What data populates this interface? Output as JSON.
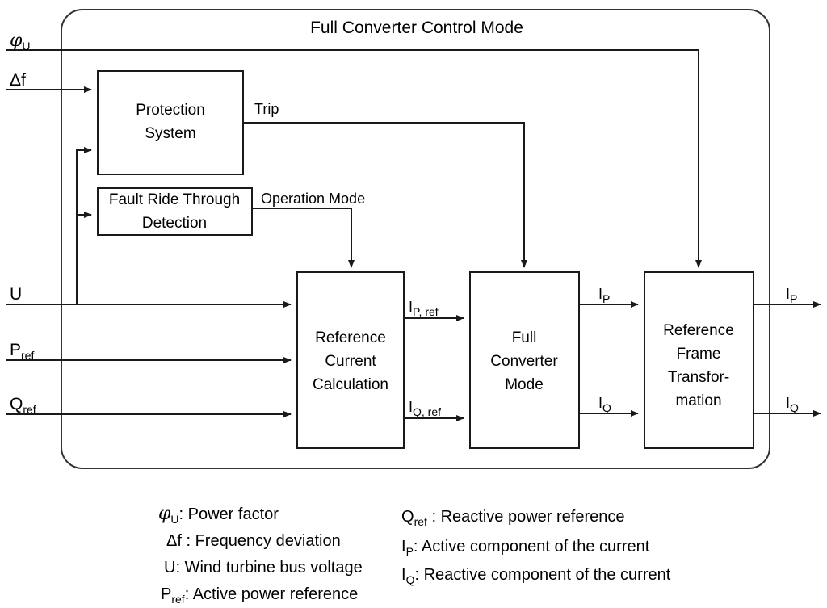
{
  "diagram": {
    "title": "Full Converter Control Mode",
    "blocks": [
      {
        "id": "protection-system",
        "lines": [
          "Protection",
          "System"
        ]
      },
      {
        "id": "fault-ride-through",
        "lines": [
          "Fault Ride Through",
          "Detection"
        ]
      },
      {
        "id": "reference-current-calculation",
        "lines": [
          "Reference",
          "Current",
          "Calculation"
        ]
      },
      {
        "id": "full-converter-mode",
        "lines": [
          "Full",
          "Converter",
          "Mode"
        ]
      },
      {
        "id": "reference-frame-transformation",
        "lines": [
          "Reference",
          "Frame",
          "Transfor-",
          "mation"
        ]
      }
    ],
    "inputs": [
      {
        "id": "phi-u",
        "base": "φ",
        "sub": "U"
      },
      {
        "id": "delta-f",
        "base": "Δf",
        "sub": ""
      },
      {
        "id": "u",
        "base": "U",
        "sub": ""
      },
      {
        "id": "p-ref",
        "base": "P",
        "sub": "ref"
      },
      {
        "id": "q-ref",
        "base": "Q",
        "sub": "ref"
      }
    ],
    "signals": [
      {
        "id": "trip",
        "base": "Trip",
        "sub": ""
      },
      {
        "id": "operation-mode",
        "base": "Operation Mode",
        "sub": ""
      },
      {
        "id": "ip-ref",
        "base": "I",
        "sub": "P, ref"
      },
      {
        "id": "iq-ref",
        "base": "I",
        "sub": "Q, ref"
      },
      {
        "id": "ip-mid",
        "base": "I",
        "sub": "P"
      },
      {
        "id": "iq-mid",
        "base": "I",
        "sub": "Q"
      }
    ],
    "outputs": [
      {
        "id": "ip-out",
        "base": "I",
        "sub": "P"
      },
      {
        "id": "iq-out",
        "base": "I",
        "sub": "Q"
      }
    ],
    "legend": {
      "left": [
        {
          "id": "phi-u",
          "base": "φ",
          "sub": "U",
          "desc": ": Power factor"
        },
        {
          "id": "delta-f",
          "base": "Δf",
          "sub": "",
          "desc": " : Frequency deviation"
        },
        {
          "id": "u",
          "base": "U",
          "sub": "",
          "desc": ": Wind turbine bus voltage"
        },
        {
          "id": "p-ref",
          "base": "P",
          "sub": "ref",
          "desc": ": Active power reference"
        }
      ],
      "right": [
        {
          "id": "q-ref",
          "base": "Q",
          "sub": "ref",
          "desc": " : Reactive power reference"
        },
        {
          "id": "ip",
          "base": "I",
          "sub": "P",
          "desc": ": Active component of the current"
        },
        {
          "id": "iq",
          "base": "I",
          "sub": "Q",
          "desc": ": Reactive component of the current"
        }
      ]
    },
    "colors": {
      "stroke": "#1a1a1a",
      "outer_stroke": "#333333",
      "background": "#ffffff"
    }
  }
}
